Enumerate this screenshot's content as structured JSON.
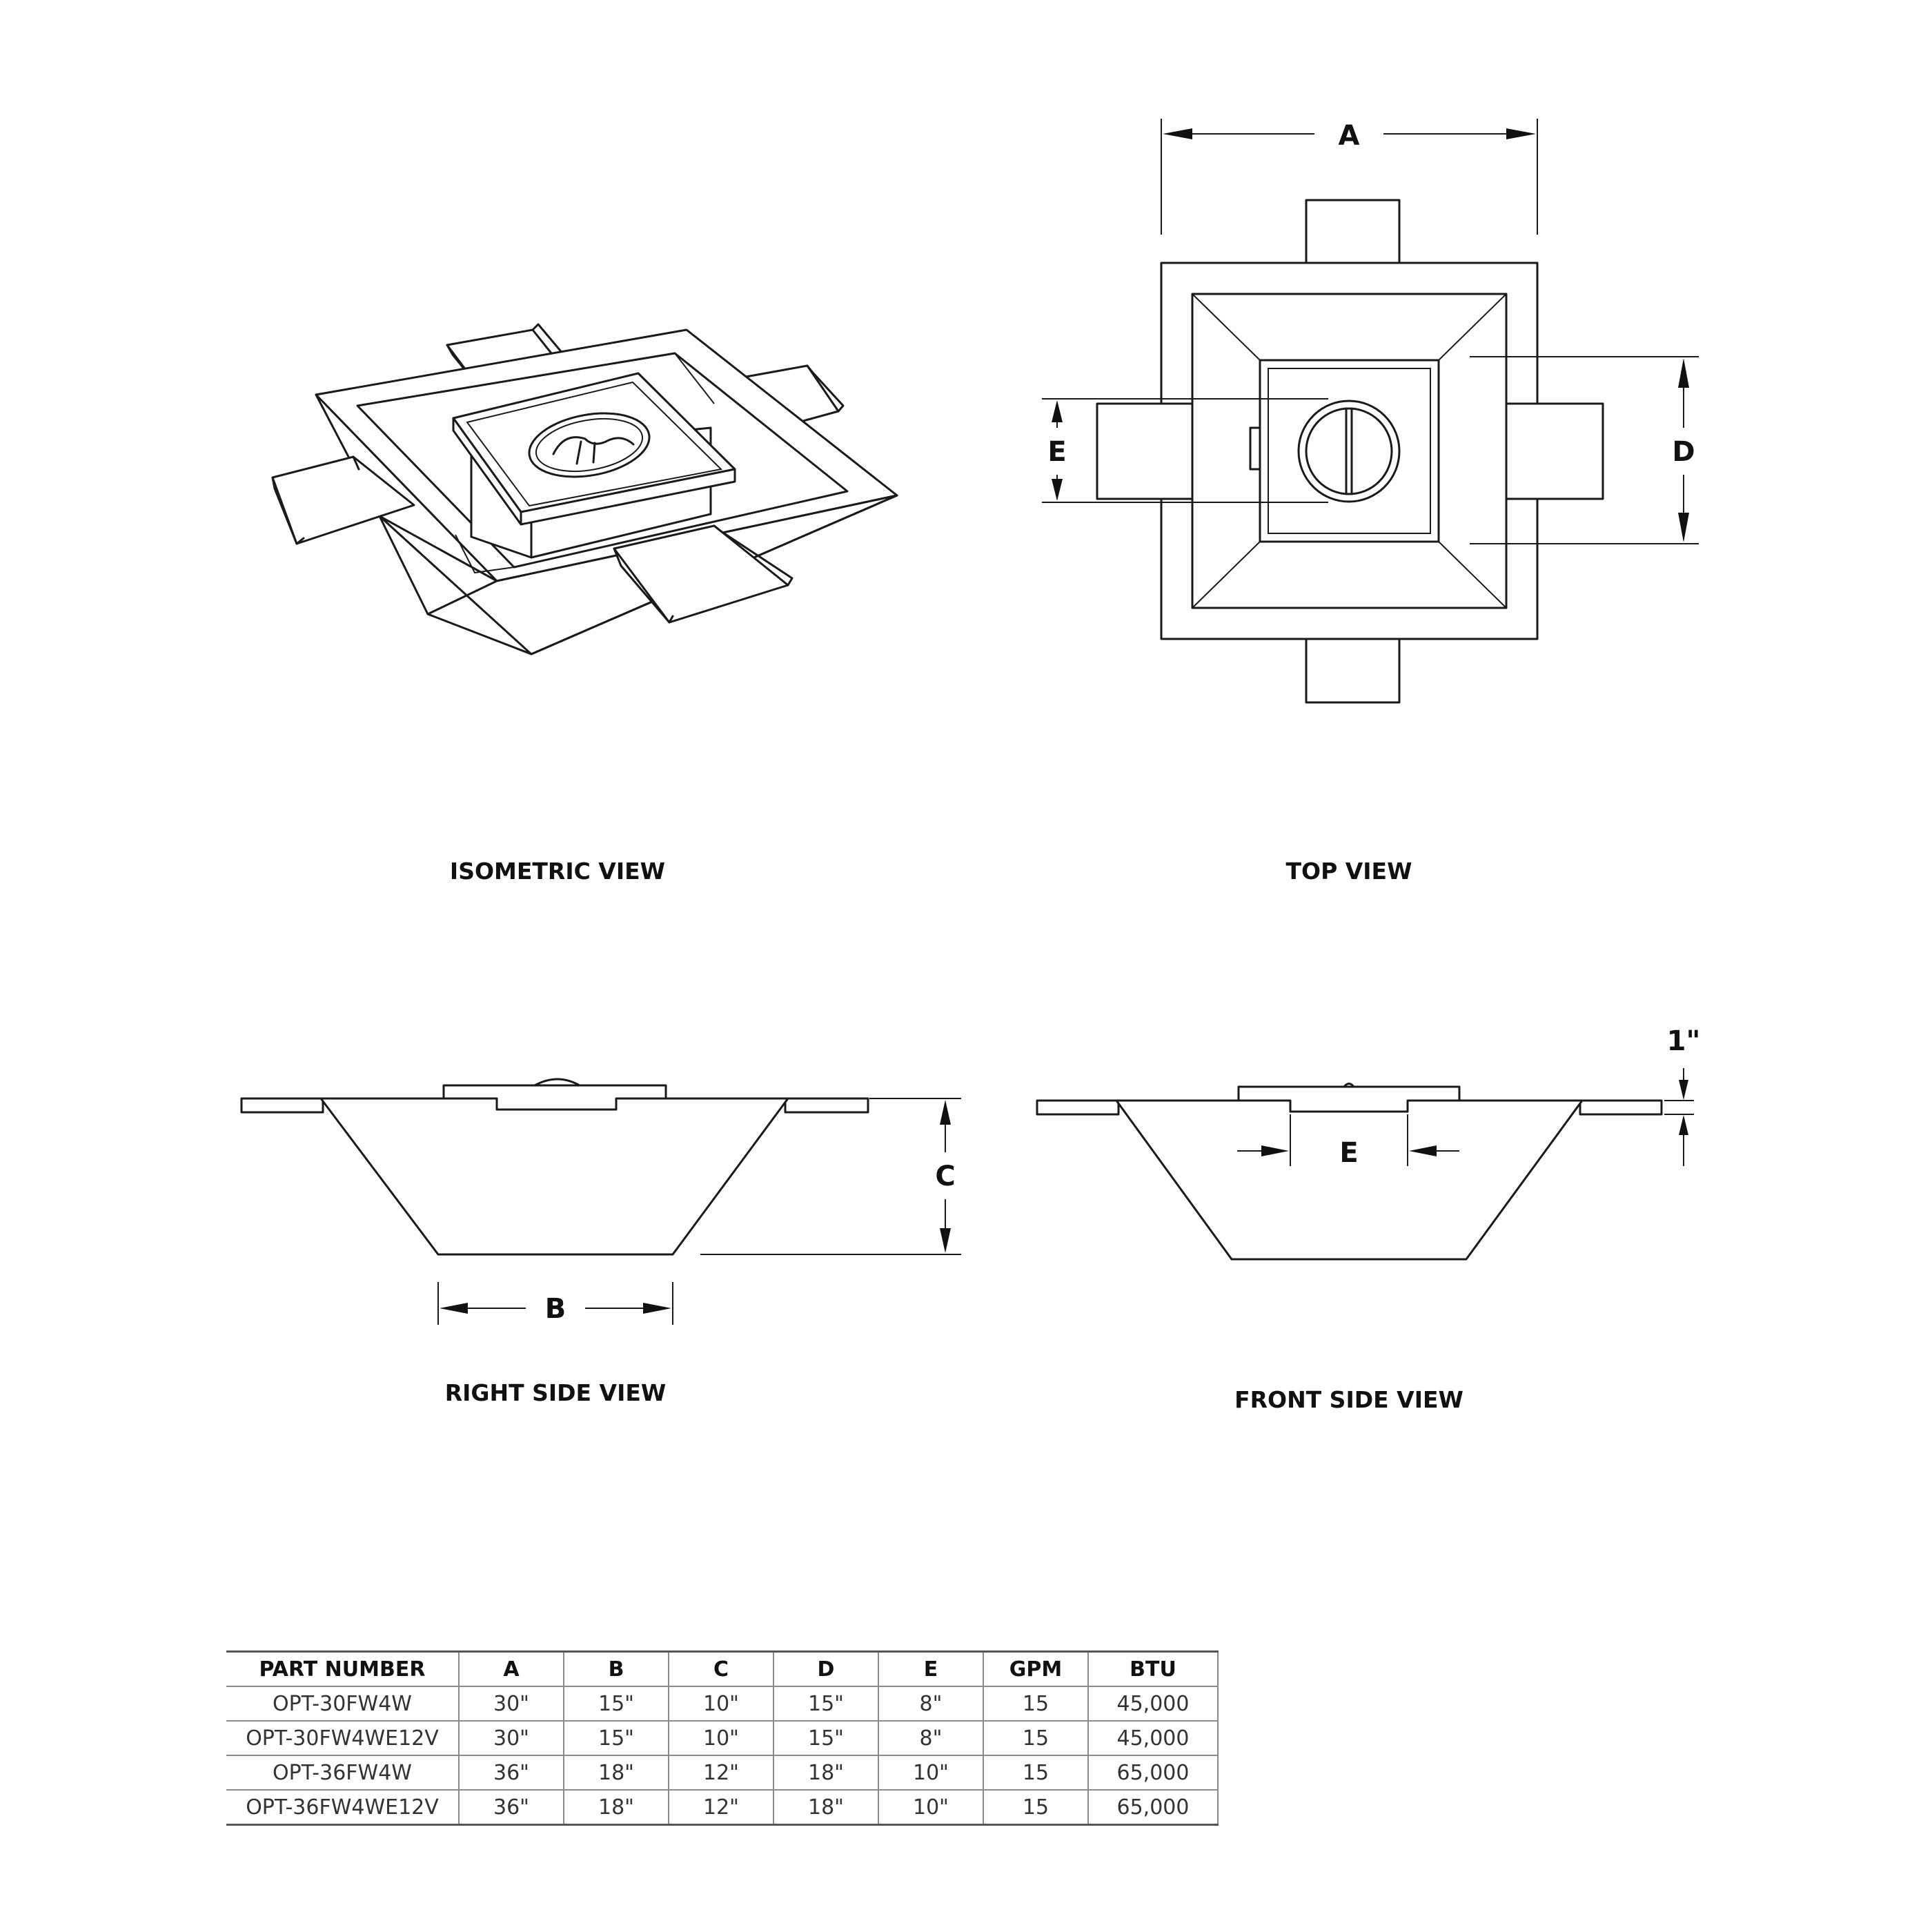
{
  "views": {
    "isometric": "ISOMETRIC VIEW",
    "top": "TOP VIEW",
    "right_side": "RIGHT SIDE VIEW",
    "front_side": "FRONT SIDE VIEW"
  },
  "dimension_labels": {
    "a": "A",
    "b": "B",
    "c": "C",
    "d": "D",
    "e_top": "E",
    "e_front": "E",
    "lip": "1\""
  },
  "table": {
    "headers": [
      "PART NUMBER",
      "A",
      "B",
      "C",
      "D",
      "E",
      "GPM",
      "BTU"
    ],
    "rows": [
      [
        "OPT-30FW4W",
        "30\"",
        "15\"",
        "10\"",
        "15\"",
        "8\"",
        "15",
        "45,000"
      ],
      [
        "OPT-30FW4WE12V",
        "30\"",
        "15\"",
        "10\"",
        "15\"",
        "8\"",
        "15",
        "45,000"
      ],
      [
        "OPT-36FW4W",
        "36\"",
        "18\"",
        "12\"",
        "18\"",
        "10\"",
        "15",
        "65,000"
      ],
      [
        "OPT-36FW4WE12V",
        "36\"",
        "18\"",
        "12\"",
        "18\"",
        "10\"",
        "15",
        "65,000"
      ]
    ]
  }
}
